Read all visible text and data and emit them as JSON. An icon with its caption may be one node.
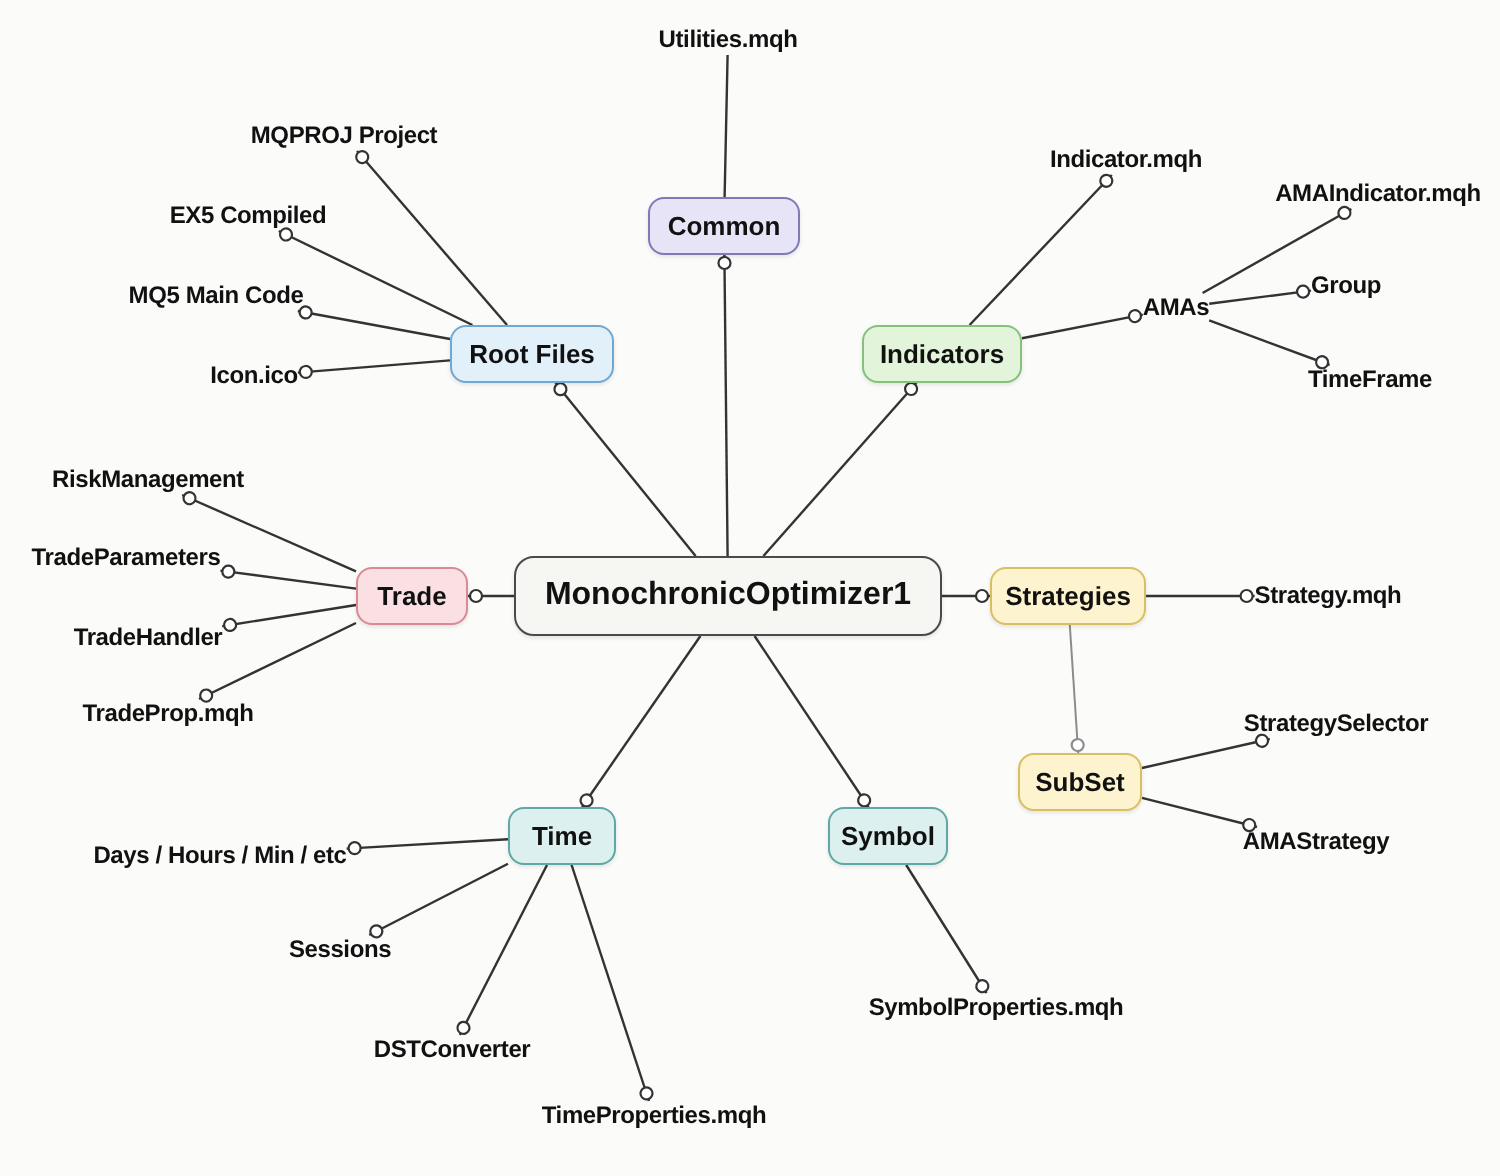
{
  "diagram": {
    "nodes": [
      {
        "text": [
          "MonochronicOptimizer1"
        ]
      },
      {
        "text": [
          "Root Files"
        ]
      },
      {
        "text": [
          "MQPROJ Project"
        ]
      },
      {
        "text": [
          "EX5 Compiled"
        ]
      },
      {
        "text": [
          "MQ5 Main Code"
        ]
      },
      {
        "text": [
          "Icon.ico"
        ]
      },
      {
        "text": [
          "Common"
        ]
      },
      {
        "text": [
          "Utilities.mqh"
        ]
      },
      {
        "text": [
          "Indicators"
        ]
      },
      {
        "text": [
          "Indicator.mqh"
        ]
      },
      {
        "text": [
          "AMAs"
        ]
      },
      {
        "text": [
          "AMAIndicator.mqh"
        ]
      },
      {
        "text": [
          "Group"
        ]
      },
      {
        "text": [
          "TimeFrame"
        ]
      },
      {
        "text": [
          "Trade"
        ]
      },
      {
        "text": [
          "RiskManagement"
        ]
      },
      {
        "text": [
          "TradeParameters"
        ]
      },
      {
        "text": [
          "TradeHandler"
        ]
      },
      {
        "text": [
          "TradeProp.mqh"
        ]
      },
      {
        "text": [
          "Strategies"
        ]
      },
      {
        "text": [
          "Strategy.mqh"
        ]
      },
      {
        "text": [
          "SubSet"
        ]
      },
      {
        "text": [
          "StrategySelector"
        ]
      },
      {
        "text": [
          "AMAStrategy"
        ]
      },
      {
        "text": [
          "Time"
        ]
      },
      {
        "text": [
          "Days / Hours / Min / etc"
        ]
      },
      {
        "text": [
          "Sessions"
        ]
      },
      {
        "text": [
          "DSTConverter"
        ]
      },
      {
        "text": [
          "TimeProperties.mqh"
        ]
      },
      {
        "text": [
          "Symbol"
        ]
      },
      {
        "text": [
          "SymbolProperties.mqh"
        ]
      }
    ],
    "edges": [
      {
        "from": 0,
        "to": 1,
        "arrow": "other"
      },
      {
        "from": 1,
        "to": 2,
        "arrow": "other"
      },
      {
        "from": 1,
        "to": 3,
        "arrow": "other"
      },
      {
        "from": 1,
        "to": 4,
        "arrow": "other"
      },
      {
        "from": 1,
        "to": 5,
        "arrow": "other"
      },
      {
        "from": 0,
        "to": 6,
        "arrow": "other"
      },
      {
        "from": 6,
        "to": 7,
        "arrow": "none"
      },
      {
        "from": 0,
        "to": 8,
        "arrow": "other"
      },
      {
        "from": 8,
        "to": 9,
        "arrow": "other"
      },
      {
        "from": 8,
        "to": 10,
        "arrow": "other"
      },
      {
        "from": 10,
        "to": 11,
        "arrow": "other"
      },
      {
        "from": 10,
        "to": 12,
        "arrow": "other"
      },
      {
        "from": 10,
        "to": 13,
        "arrow": "other"
      },
      {
        "from": 0,
        "to": 14,
        "arrow": "other"
      },
      {
        "from": 14,
        "to": 15,
        "arrow": "other"
      },
      {
        "from": 14,
        "to": 16,
        "arrow": "other"
      },
      {
        "from": 14,
        "to": 17,
        "arrow": "other"
      },
      {
        "from": 14,
        "to": 18,
        "arrow": "other"
      },
      {
        "from": 0,
        "to": 19,
        "arrow": "other"
      },
      {
        "from": 19,
        "to": 20,
        "arrow": "other"
      },
      {
        "from": 19,
        "to": 21,
        "arrow": "other",
        "color": "#8c8c8c"
      },
      {
        "from": 21,
        "to": 22,
        "arrow": "other"
      },
      {
        "from": 21,
        "to": 23,
        "arrow": "other"
      },
      {
        "from": 0,
        "to": 24,
        "arrow": "other"
      },
      {
        "from": 24,
        "to": 25,
        "arrow": "other"
      },
      {
        "from": 24,
        "to": 26,
        "arrow": "other"
      },
      {
        "from": 24,
        "to": 27,
        "arrow": "other"
      },
      {
        "from": 24,
        "to": 28,
        "arrow": "other"
      },
      {
        "from": 0,
        "to": 29,
        "arrow": "other"
      },
      {
        "from": 29,
        "to": 30,
        "arrow": "other"
      }
    ]
  }
}
